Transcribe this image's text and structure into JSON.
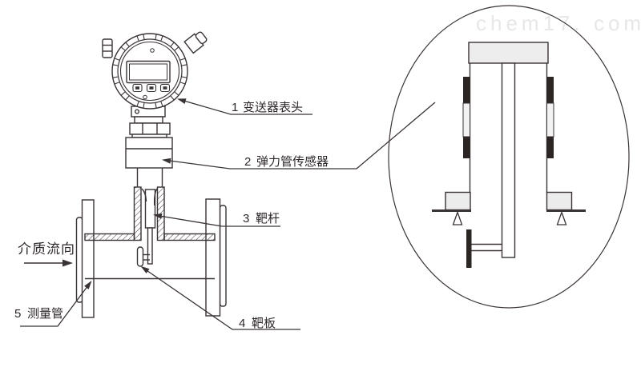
{
  "watermark": "chem17. com",
  "flow": {
    "label": "介质流向"
  },
  "callouts": [
    {
      "num": "1",
      "label": "变送器表头"
    },
    {
      "num": "2",
      "label": "弹力管传感器"
    },
    {
      "num": "3",
      "label": "靶杆"
    },
    {
      "num": "4",
      "label": "靶板"
    },
    {
      "num": "5",
      "label": "测量管"
    }
  ],
  "colors": {
    "line": "#3a3334",
    "text": "#2e2829",
    "watermark": "#e7e7e7",
    "light_fill": "#ededed",
    "dark_fill": "#2b2524"
  }
}
